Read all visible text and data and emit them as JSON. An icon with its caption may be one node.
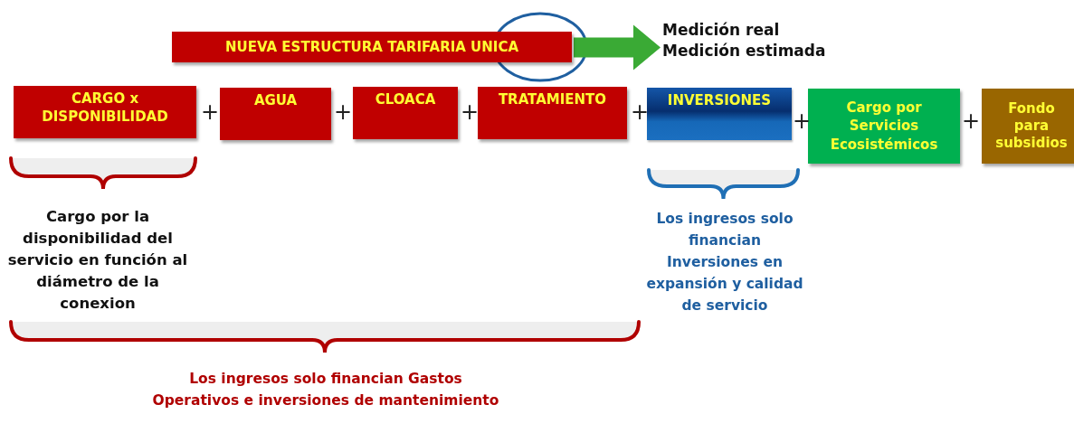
{
  "diagram": {
    "nodes": [
      {
        "text": [
          "NUEVA ESTRUCTURA TARIFARIA UNICA"
        ]
      },
      {
        "text": [
          "Medición real",
          "Medición estimada"
        ]
      },
      {
        "text": [
          "CARGO x DISPONIBILIDAD"
        ]
      },
      {
        "text": [
          "AGUA"
        ]
      },
      {
        "text": [
          "CLOACA"
        ]
      },
      {
        "text": [
          "TRATAMIENTO"
        ]
      },
      {
        "text": [
          "INVERSIONES"
        ]
      },
      {
        "text": [
          "Cargo por Servicios Ecosistémicos"
        ]
      },
      {
        "text": [
          "Fondo para subsidios"
        ]
      }
    ],
    "edges": [
      {
        "from": 0,
        "to": 1,
        "arrow": "to",
        "style": "thick",
        "color": "#3aaa35"
      }
    ],
    "labels": [
      "+",
      "+",
      "+",
      "+",
      "+",
      "+",
      "Cargo por la disponibilidad del servicio en función al diámetro de la conexion",
      "Los ingresos solo financian Inversiones en expansión y calidad de servicio",
      "Los ingresos solo financian Gastos Operativos e inversiones de mantenimiento"
    ]
  }
}
